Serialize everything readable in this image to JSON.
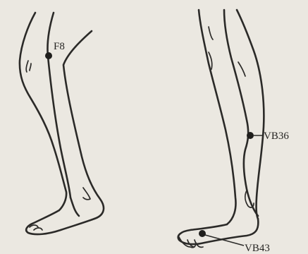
{
  "points": [
    {
      "label": "F8"
    },
    {
      "label": "VB36"
    },
    {
      "label": "VB43"
    }
  ]
}
